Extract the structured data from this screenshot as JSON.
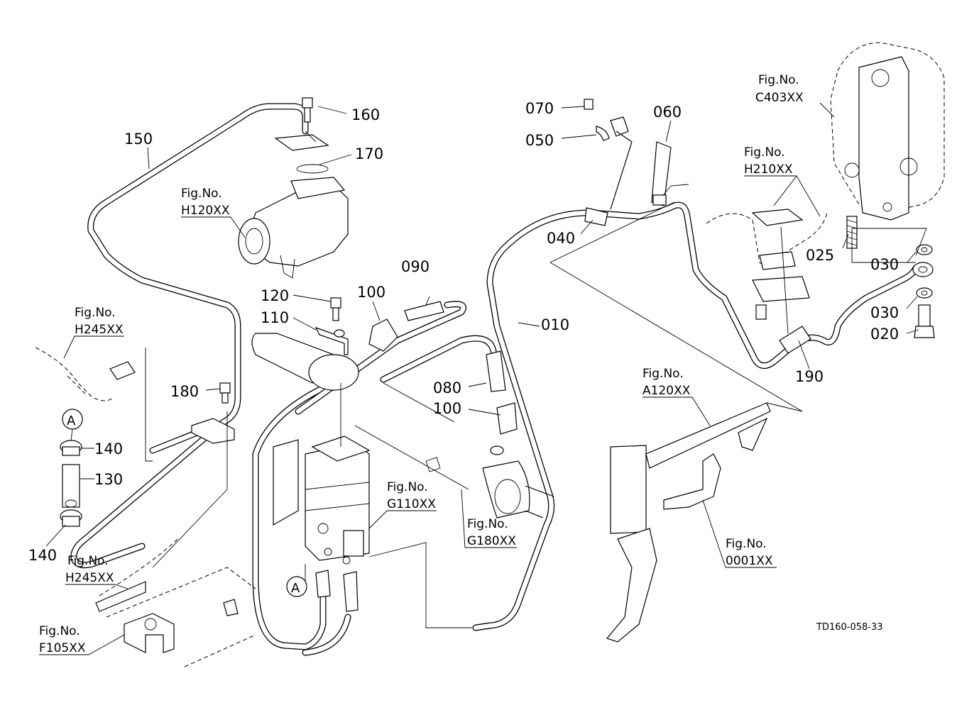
{
  "diagram": {
    "drawing_code": "TD160-058-33",
    "part_labels": {
      "p010": "010",
      "p020": "020",
      "p025": "025",
      "p030a": "030",
      "p030b": "030",
      "p040": "040",
      "p050": "050",
      "p060": "060",
      "p070": "070",
      "p080": "080",
      "p090": "090",
      "p100a": "100",
      "p100b": "100",
      "p110": "110",
      "p120": "120",
      "p130": "130",
      "p140a": "140",
      "p140b": "140",
      "p150": "150",
      "p160": "160",
      "p170": "170",
      "p180": "180",
      "p190": "190"
    },
    "fig_refs": {
      "fig_label": "Fig.No.",
      "c403": "C403XX",
      "h210": "H210XX",
      "h120": "H120XX",
      "h245a": "H245XX",
      "h245b": "H245XX",
      "g110": "G110XX",
      "g180": "G180XX",
      "a120": "A120XX",
      "x0001": "0001XX",
      "f105": "F105XX"
    },
    "connection_markers": {
      "a1": "A",
      "a2": "A"
    }
  }
}
